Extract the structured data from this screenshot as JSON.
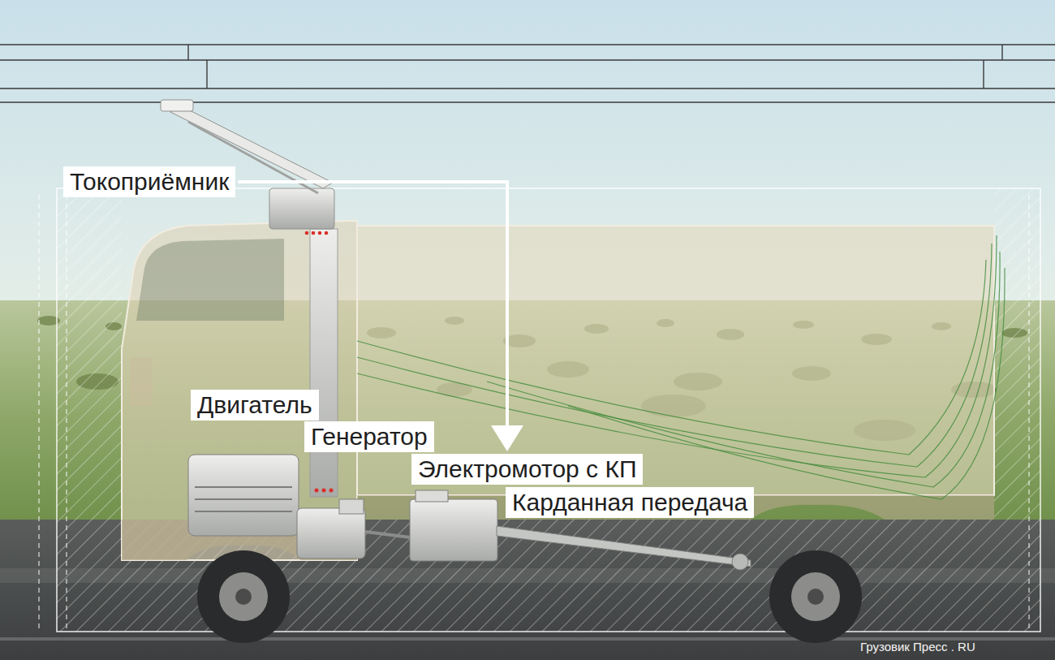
{
  "diagram": {
    "nodes": [
      {
        "text": [
          "Токоприёмник"
        ]
      },
      {
        "text": [
          "Двигатель"
        ]
      },
      {
        "text": [
          "Генератор"
        ]
      },
      {
        "text": [
          "Электромотор с КП"
        ]
      },
      {
        "text": [
          "Карданная передача"
        ]
      }
    ],
    "edges": [
      {
        "from": 0,
        "to": 3,
        "arrow": "to"
      }
    ],
    "labels": [
      "Грузовик Пресс . RU"
    ]
  }
}
